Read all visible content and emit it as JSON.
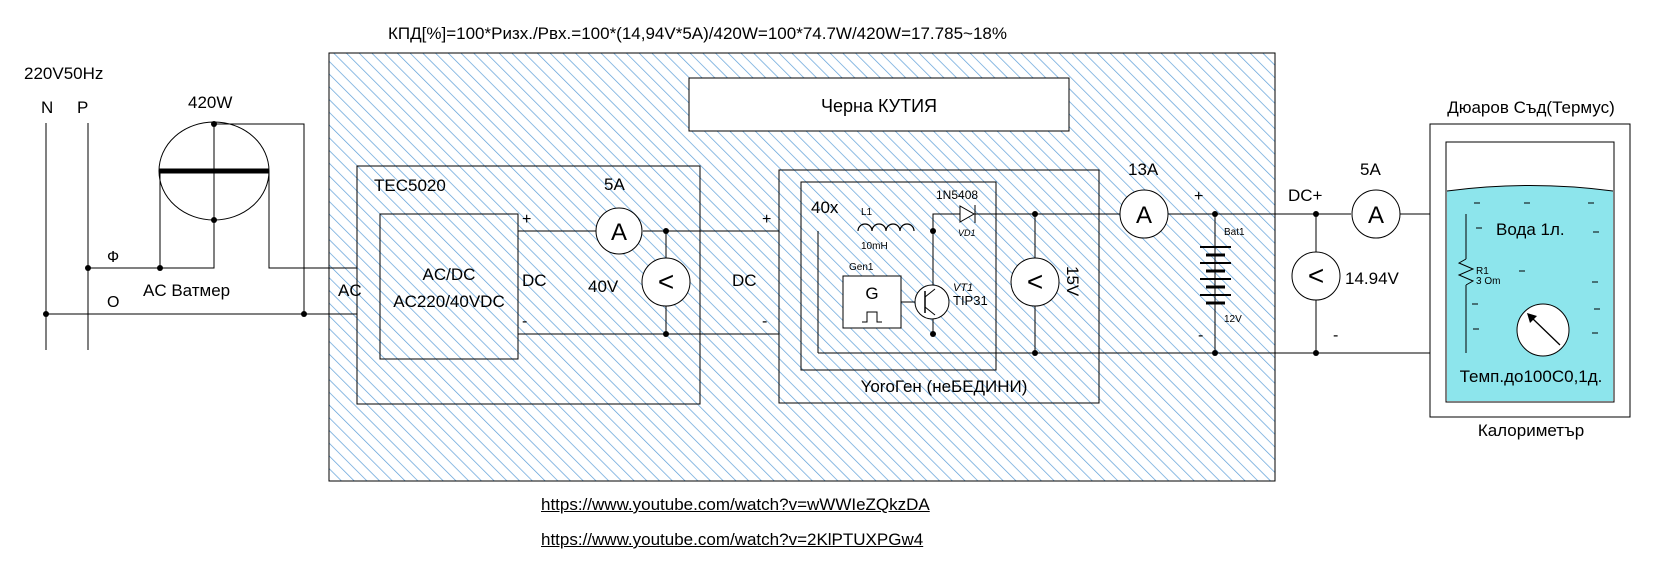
{
  "formula": "КПД[%]=100*Ризх./Рвх.=100*(14,94V*5A)/420W=100*74.7W/420W=17.785~18%",
  "mains": {
    "label": "220V50Hz",
    "n": "N",
    "p": "P",
    "phi": "Ф",
    "zero": "O"
  },
  "wattmeter": {
    "power": "420W",
    "label": "AC Ватмер"
  },
  "black_box": {
    "label": "Черна КУТИЯ"
  },
  "tec": {
    "title": "TEC5020",
    "ac": "AC",
    "name_line1": "AC/DC",
    "name_line2": "AC220/40VDC",
    "plus": "+",
    "minus": "-",
    "dc": "DC",
    "amp_value": "5A",
    "volt_value": "40V",
    "ammeter_glyph": "A",
    "voltmeter_glyph": "<"
  },
  "yoro": {
    "title": "YoroГен (неБЕДИНИ)",
    "dc": "DC",
    "plus": "+",
    "minus": "-",
    "mult": "40x",
    "inductor_ref": "L1",
    "inductor_val": "10mH",
    "diode": "1N5408",
    "diode_ref": "VD1",
    "gen_ref": "Gen1",
    "gen_label": "G",
    "transistor_ref": "VT1",
    "transistor": "TIP31",
    "voltmeter": "15V",
    "voltmeter_glyph": "<"
  },
  "battery": {
    "amp": "13A",
    "ammeter_glyph": "A",
    "ref": "Bat1",
    "value": "12V",
    "plus": "+",
    "minus": "-"
  },
  "output": {
    "dc_plus": "DC+",
    "minus": "-",
    "amp": "5A",
    "ammeter_glyph": "A",
    "volt": "14.94V",
    "voltmeter_glyph": "<"
  },
  "dewar": {
    "title": "Дюаров Съд(Термус)",
    "water": "Вода 1л.",
    "resistor_ref": "R1",
    "resistor_val": "3 Om",
    "thermo": "Темп.до100С0,1д.",
    "calorimeter": "Калориметър"
  },
  "links": [
    "https://www.youtube.com/watch?v=wWWIeZQkzDA",
    "https://www.youtube.com/watch?v=2KlPTUXPGw4"
  ],
  "colors": {
    "box_fill": "#ffffff",
    "hatch": "#5d9fd8",
    "water": "#8de5ec",
    "line": "#000000"
  }
}
